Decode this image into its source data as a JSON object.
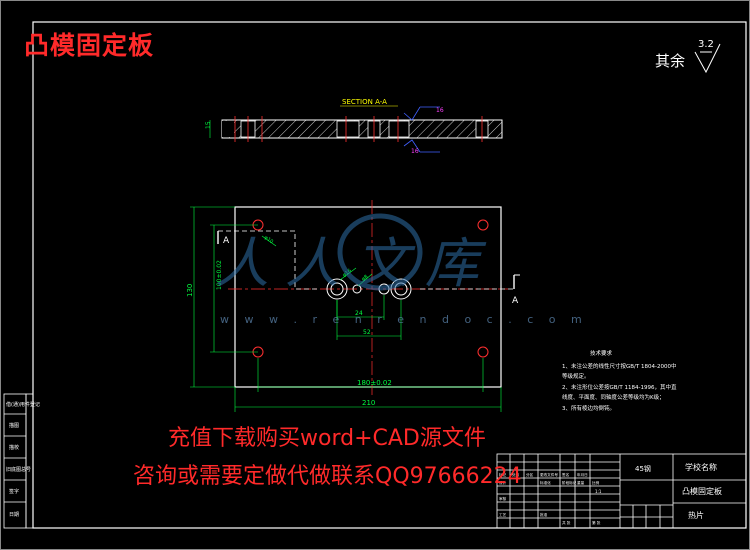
{
  "overlay": {
    "title": "凸模固定板",
    "promo_line1": "充值下载购买word+CAD源文件",
    "promo_line2": "咨询或需要定做代做联系QQ97666224",
    "watermark_text": "人人文库",
    "watermark_url": "w w w . r e n r e n d o c . c o m"
  },
  "roughness": {
    "label": "其余",
    "value": "3.2"
  },
  "section_view": {
    "title": "SECTION A-A",
    "thickness_label": "15",
    "hole_labels": [
      "16",
      "16"
    ]
  },
  "plan_view": {
    "section_mark_left": "A",
    "section_mark_right": "A",
    "dim_overall_height": "130",
    "dim_inner_height": "100±0.02",
    "dim_small_1": "24",
    "dim_small_2": "52",
    "dim_bolt_span": "180±0.02",
    "dim_overall_width": "210",
    "dia_labels": [
      "φ10",
      "φ16",
      "φ8"
    ]
  },
  "tech_requirements": {
    "heading": "技术要求",
    "items": [
      "1、未注公差的线性尺寸按GB/T 1804-2000中",
      "   等级规定。",
      "2、未注形位公差按GB/T 1184-1996，其中直",
      "   线度、平面度、同轴度公差等级均为K级；",
      "3、所有棱边均倒钝。"
    ]
  },
  "left_strip": {
    "cells": [
      "借(通)用件登记",
      "描图",
      "描校",
      "旧底图总号",
      "签字",
      "日期"
    ]
  },
  "title_block": {
    "material": "45钢",
    "school": "学校名称",
    "part_name": "凸模固定板",
    "drawing_type": "热片",
    "scale_value": "1:1",
    "small_labels": [
      "标记",
      "处数",
      "分区",
      "更改文件号",
      "签名",
      "年月日",
      "设计",
      "标准化",
      "审核",
      "工艺",
      "批准",
      "阶段标记",
      "重量",
      "比例",
      "共 张",
      "第 张"
    ]
  },
  "colors": {
    "background": "#000000",
    "line": "#ffffff",
    "red": "#ff2a2a",
    "dim": "#00ff40",
    "yellow": "#ffff00",
    "centerline": "#ff3030",
    "magenta": "#ff40ff",
    "blue": "#4060ff"
  }
}
